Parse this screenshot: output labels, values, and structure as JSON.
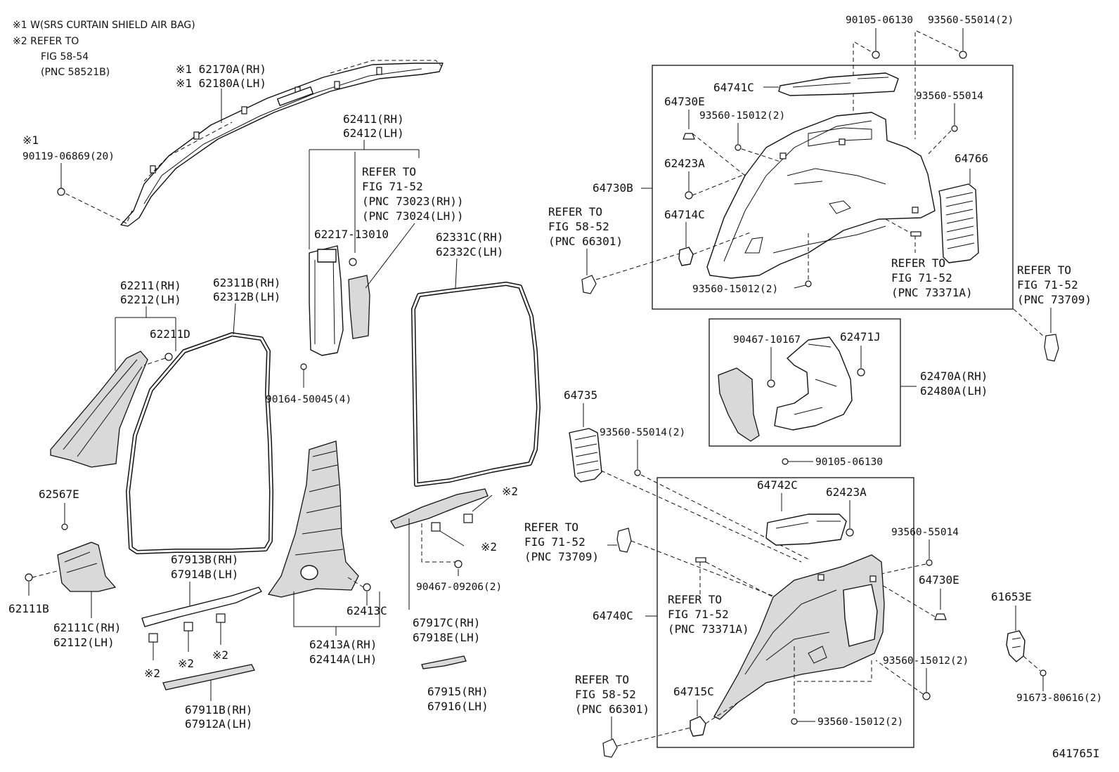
{
  "notes": {
    "note1": "※1 W(SRS CURTAIN SHIELD AIR BAG)",
    "note2_l1": "※2 REFER TO",
    "note2_l2": "FIG 58-54",
    "note2_l3": "(PNC 58521B)"
  },
  "labels": {
    "p62170A": "※1 62170A(RH)",
    "p62180A": "※1 62180A(LH)",
    "mark1_a": "※1",
    "p90119": "90119-06869(20)",
    "p62411": "62411(RH)",
    "p62412": "62412(LH)",
    "ref7152a_1": "REFER TO",
    "ref7152a_2": "FIG 71-52",
    "ref7152a_3": "(PNC 73023(RH))",
    "ref7152a_4": "(PNC 73024(LH))",
    "p62217": "62217-13010",
    "p62331C": "62331C(RH)",
    "p62332C": "62332C(LH)",
    "p62211": "62211(RH)",
    "p62212": "62212(LH)",
    "p62211D": "62211D",
    "p62311B": "62311B(RH)",
    "p62312B": "62312B(LH)",
    "p90164": "90164-50045(4)",
    "p62567E": "62567E",
    "p62111B": "62111B",
    "p62111C": "62111C(RH)",
    "p62112": "62112(LH)",
    "p67913B": "67913B(RH)",
    "p67914B": "67914B(LH)",
    "mark2_a": "※2",
    "mark2_b": "※2",
    "mark2_c": "※2",
    "mark2_d": "※2",
    "mark2_e": "※2",
    "p67911B": "67911B(RH)",
    "p67912A": "67912A(LH)",
    "p62413C": "62413C",
    "p62413A": "62413A(RH)",
    "p62414A": "62414A(LH)",
    "p90467_09206": "90467-09206(2)",
    "p67917C": "67917C(RH)",
    "p67918E": "67918E(LH)",
    "p67915": "67915(RH)",
    "p67916": "67916(LH)",
    "p90105_top": "90105-06130",
    "p93560_55014_2_top": "93560-55014(2)",
    "p64741C": "64741C",
    "p64730E_top": "64730E",
    "p93560_15012_2_a": "93560-15012(2)",
    "p93560_55014_top": "93560-55014",
    "p62423A_top": "62423A",
    "p64766": "64766",
    "p64730B": "64730B",
    "ref5852a_1": "REFER TO",
    "ref5852a_2": "FIG 58-52",
    "ref5852a_3": "(PNC 66301)",
    "p64714C": "64714C",
    "ref7152b_1": "REFER TO",
    "ref7152b_2": "FIG 71-52",
    "ref7152b_3": "(PNC 73371A)",
    "p93560_15012_2_b": "93560-15012(2)",
    "ref7152c_1": "REFER TO",
    "ref7152c_2": "FIG 71-52",
    "ref7152c_3": "(PNC 73709)",
    "p90467_10167": "90467-10167",
    "p62471J": "62471J",
    "p62470A": "62470A(RH)",
    "p62480A": "62480A(LH)",
    "p64735": "64735",
    "p93560_55014_2_mid": "93560-55014(2)",
    "p90105_mid": "90105-06130",
    "p64742C": "64742C",
    "p62423A_bot": "62423A",
    "ref7152d_1": "REFER TO",
    "ref7152d_2": "FIG 71-52",
    "ref7152d_3": "(PNC 73709)",
    "p93560_55014_bot": "93560-55014",
    "p64730E_bot": "64730E",
    "ref7152e_1": "REFER TO",
    "ref7152e_2": "FIG 71-52",
    "ref7152e_3": "(PNC 73371A)",
    "p64740C": "64740C",
    "p61653E": "61653E",
    "p93560_15012_2_c": "93560-15012(2)",
    "ref5852b_1": "REFER TO",
    "ref5852b_2": "FIG 58-52",
    "ref5852b_3": "(PNC 66301)",
    "p64715C": "64715C",
    "p93560_15012_2_d": "93560-15012(2)",
    "p91673": "91673-80616(2)",
    "figure_code": "641765I"
  }
}
